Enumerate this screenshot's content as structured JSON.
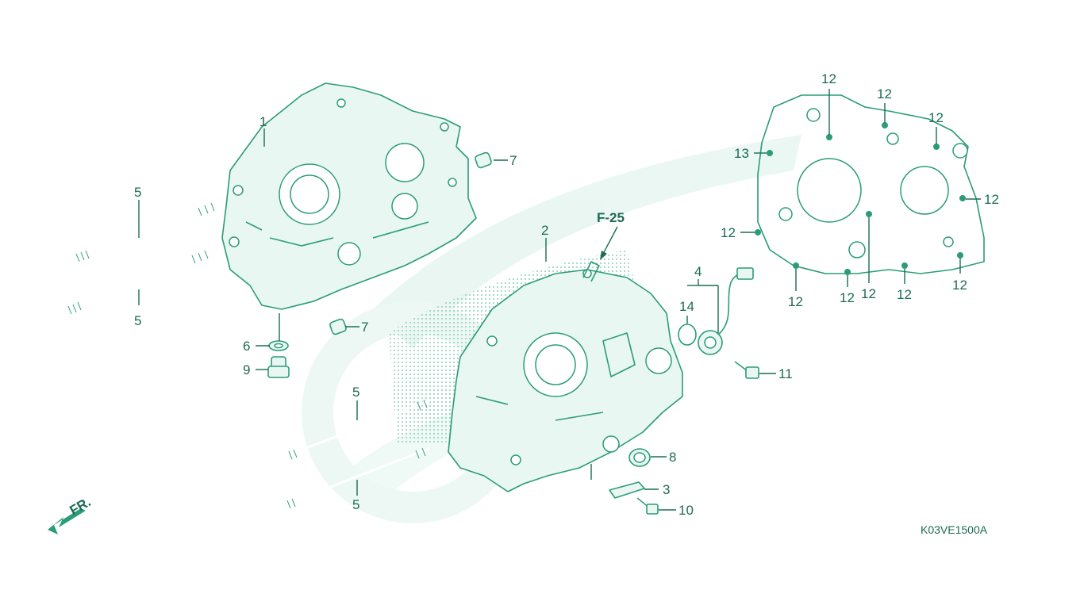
{
  "diagram": {
    "reference_label": "F-25",
    "diagram_code": "K03VE1500A",
    "front_label": "FR.",
    "callouts": {
      "c1": "1",
      "c2": "2",
      "c3": "3",
      "c4": "4",
      "c5a": "5",
      "c5b": "5",
      "c5c": "5",
      "c5d": "5",
      "c6": "6",
      "c7a": "7",
      "c7b": "7",
      "c8": "8",
      "c9": "9",
      "c10": "10",
      "c11": "11",
      "c12a": "12",
      "c12b": "12",
      "c12c": "12",
      "c12d": "12",
      "c12e": "12",
      "c12f": "12",
      "c12g": "12",
      "c12h": "12",
      "c12i": "12",
      "c13": "13",
      "c14": "14"
    },
    "colors": {
      "line": "#2a9c7a",
      "text": "#1c6b55",
      "watermark": "#d8f0e8"
    }
  }
}
